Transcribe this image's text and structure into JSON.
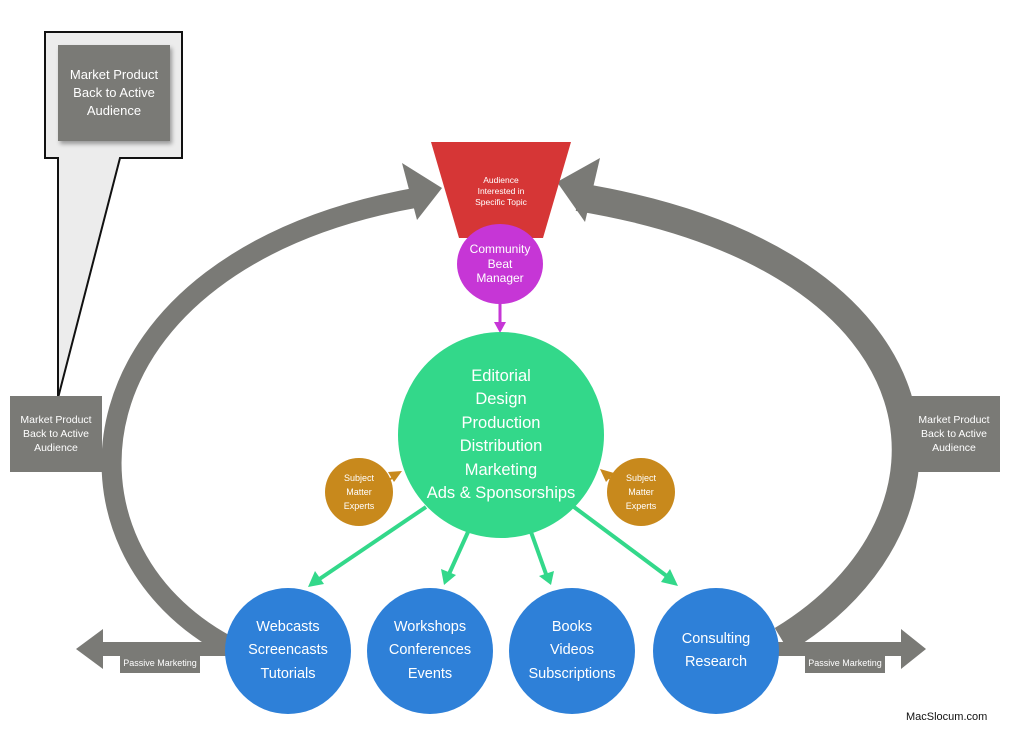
{
  "callout": {
    "lines": [
      "Market Product",
      "Back to Active",
      "Audience"
    ]
  },
  "funnel": {
    "lines": [
      "Audience",
      "Interested in",
      "Specific Topic"
    ],
    "color": "#d63636"
  },
  "community": {
    "lines": [
      "Community",
      "Beat",
      "Manager"
    ],
    "color": "#c636d6"
  },
  "hub": {
    "lines": [
      "Editorial",
      "Design",
      "Production",
      "Distribution",
      "Marketing",
      "Ads & Sponsorships"
    ],
    "color": "#33d88a"
  },
  "side_left": {
    "lines": [
      "Market Product",
      "Back to Active",
      "Audience"
    ]
  },
  "side_right": {
    "lines": [
      "Market Product",
      "Back to Active",
      "Audience"
    ]
  },
  "sme_left": {
    "lines": [
      "Subject",
      "Matter",
      "Experts"
    ],
    "color": "#c8891c"
  },
  "sme_right": {
    "lines": [
      "Subject",
      "Matter",
      "Experts"
    ]
  },
  "outputs": [
    {
      "lines": [
        "Webcasts",
        "Screencasts",
        "Tutorials"
      ]
    },
    {
      "lines": [
        "Workshops",
        "Conferences",
        "Events"
      ]
    },
    {
      "lines": [
        "Books",
        "Videos",
        "Subscriptions"
      ]
    },
    {
      "lines": [
        "Consulting",
        "Research"
      ]
    }
  ],
  "passive_left": "Passive Marketing",
  "passive_right": "Passive Marketing",
  "credit": "MacSlocum.com",
  "colors": {
    "loop_arrow": "#7a7a76",
    "output_circle": "#2e80d8",
    "connector": "#33d88a"
  }
}
